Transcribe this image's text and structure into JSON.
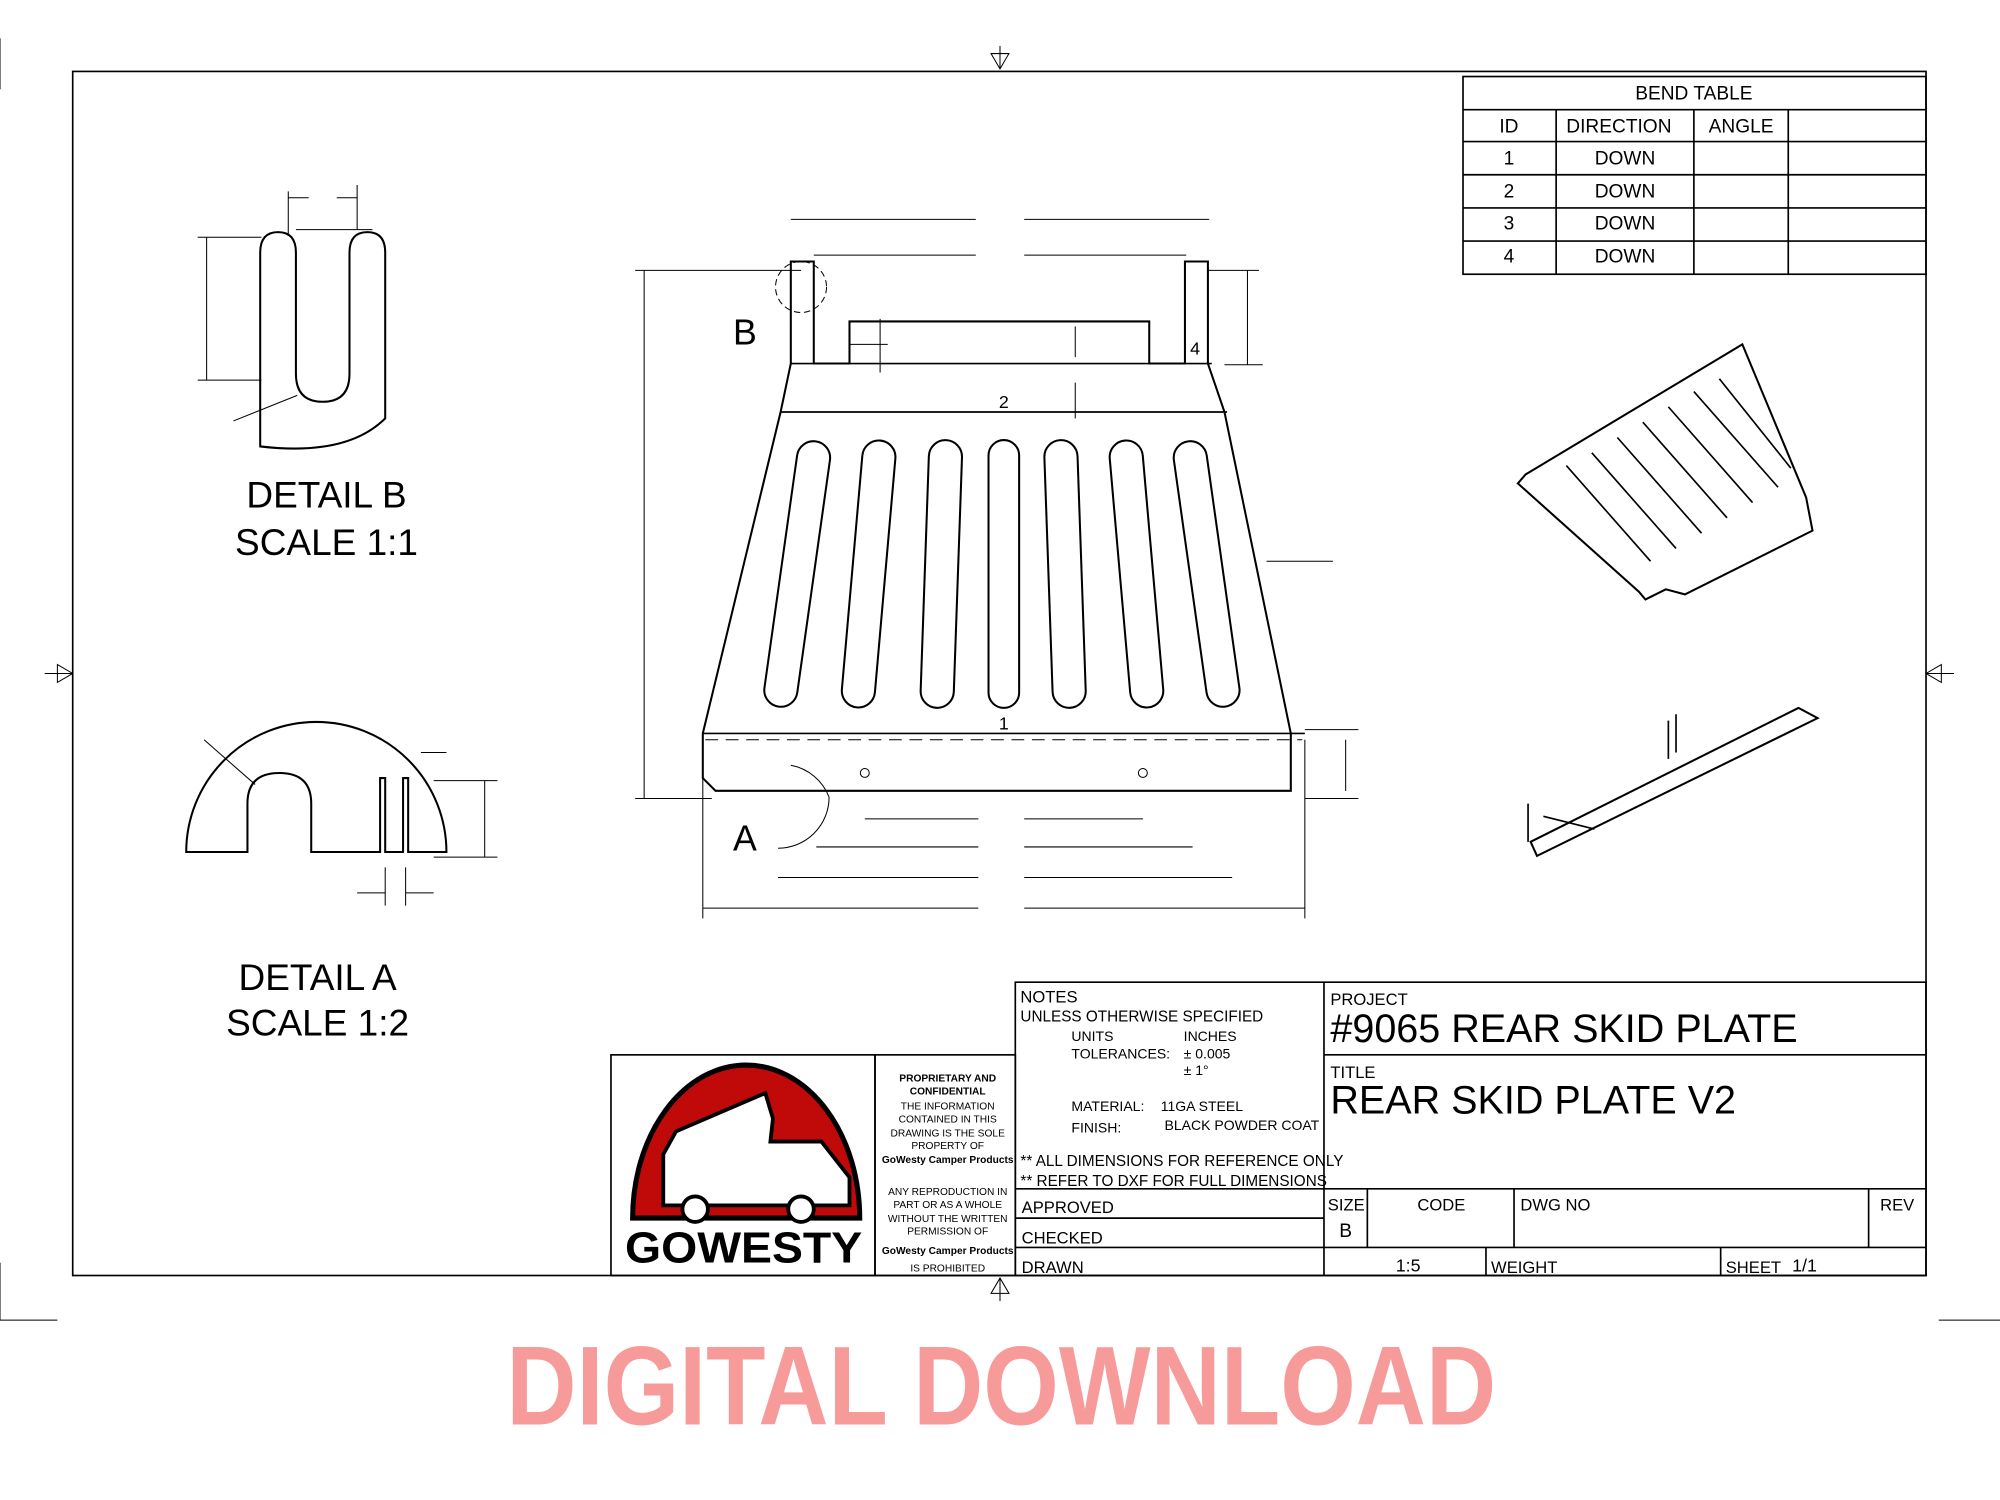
{
  "bend_table": {
    "title": "BEND TABLE",
    "headers": [
      "ID",
      "DIRECTION",
      "ANGLE"
    ],
    "rows": [
      {
        "id": "1",
        "direction": "DOWN"
      },
      {
        "id": "2",
        "direction": "DOWN"
      },
      {
        "id": "3",
        "direction": "DOWN"
      },
      {
        "id": "4",
        "direction": "DOWN"
      }
    ]
  },
  "details": {
    "b_title": "DETAIL B",
    "b_scale": "SCALE 1:1",
    "a_title": "DETAIL A",
    "a_scale": "SCALE 1:2",
    "b_callout": "B",
    "a_callout": "A"
  },
  "bend_labels": [
    "1",
    "2",
    "4"
  ],
  "notes": {
    "heading": "NOTES",
    "unless": "UNLESS OTHERWISE SPECIFIED",
    "units_label": "UNITS",
    "units_value": "INCHES",
    "tol_label": "TOLERANCES:",
    "tol_linear": "± 0.005",
    "tol_angle": "± 1°",
    "material_label": "MATERIAL:",
    "material_value": "11GA STEEL",
    "finish_label": "FINISH:",
    "finish_value": "BLACK POWDER COAT",
    "note1": "** ALL DIMENSIONS FOR REFERENCE ONLY",
    "note2": "** REFER TO DXF FOR FULL DIMENSIONS"
  },
  "signoff": {
    "approved": "APPROVED",
    "checked": "CHECKED",
    "drawn": "DRAWN"
  },
  "project": {
    "label": "PROJECT",
    "value": "#9065 REAR SKID PLATE"
  },
  "title": {
    "label": "TITLE",
    "value": "REAR SKID PLATE V2"
  },
  "block": {
    "size_label": "SIZE",
    "size_value": "B",
    "code_label": "CODE",
    "dwg_label": "DWG NO",
    "rev_label": "REV",
    "scale_value": "1:5",
    "weight_label": "WEIGHT",
    "sheet_label": "SHEET",
    "sheet_value": "1/1"
  },
  "proprietary": {
    "heading1": "PROPRIETARY AND",
    "heading2": "CONFIDENTIAL",
    "lines1": [
      "THE INFORMATION",
      "CONTAINED IN THIS",
      "DRAWING IS THE SOLE",
      "PROPERTY OF"
    ],
    "company": "GoWesty Camper Products",
    "lines2": [
      "ANY REPRODUCTION IN",
      "PART OR AS A WHOLE",
      "WITHOUT THE WRITTEN",
      "PERMISSION OF"
    ],
    "company2": "GoWesty Camper Products",
    "last": "IS PROHIBITED"
  },
  "logo": {
    "text": "GOWESTY",
    "color": "#c00a0a"
  },
  "watermark": {
    "text": "DIGITAL DOWNLOAD",
    "color": "#f79a9a"
  }
}
